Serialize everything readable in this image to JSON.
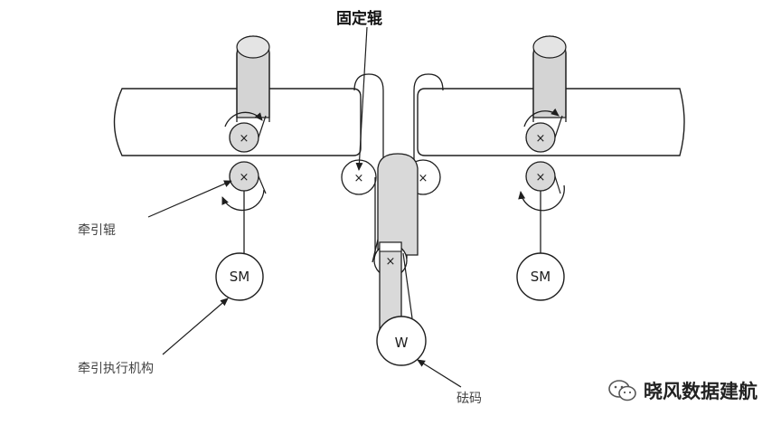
{
  "labels": {
    "fixed_roller": "固定辊",
    "traction_roller": "牵引辊",
    "traction_actuator": "牵引执行机构",
    "weight": "砝码",
    "motor_left": "SM",
    "motor_right": "SM",
    "weight_symbol": "W",
    "axis_mark": "×"
  },
  "watermark": {
    "text": "晓风数据建航",
    "icon": "wechat-icon"
  },
  "colors": {
    "line": "#1e1e1e",
    "roller_fill": "#d9d9d9",
    "fill_white": "#ffffff",
    "arrow": "#1e1e1e"
  }
}
